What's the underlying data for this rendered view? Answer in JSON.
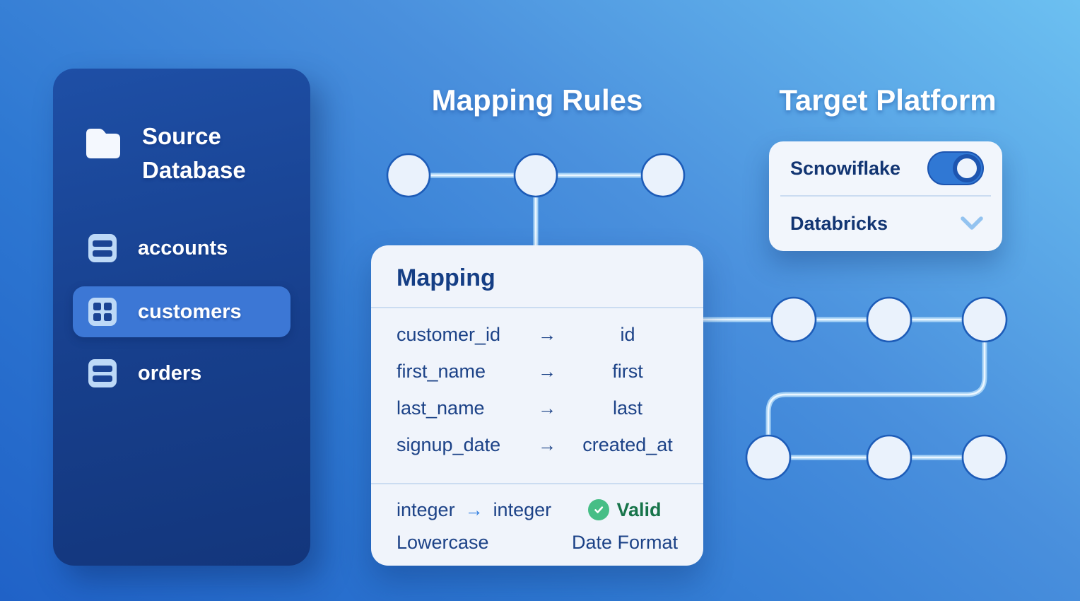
{
  "sidebar": {
    "title": "Source Database",
    "items": [
      {
        "label": "accounts",
        "icon": "table-rows-icon",
        "active": false
      },
      {
        "label": "customers",
        "icon": "table-grid-icon",
        "active": true
      },
      {
        "label": "orders",
        "icon": "table-rows-icon",
        "active": false
      }
    ]
  },
  "mapping": {
    "section_title": "Mapping Rules",
    "card_title": "Mapping",
    "rows": [
      {
        "source": "customer_id",
        "target": "id"
      },
      {
        "source": "first_name",
        "target": "first"
      },
      {
        "source": "last_name",
        "target": "last"
      },
      {
        "source": "signup_date",
        "target": "created_at"
      }
    ],
    "footer": {
      "type_source": "integer",
      "type_target": "integer",
      "status": "Valid",
      "transform_left": "Lowercase",
      "transform_right": "Date Format"
    }
  },
  "target": {
    "section_title": "Target Platform",
    "options": [
      {
        "label": "Scnowiflake",
        "control": "toggle",
        "state": "on"
      },
      {
        "label": "Databricks",
        "control": "chevron-down"
      }
    ]
  },
  "icons": {
    "arrow_right": "→"
  },
  "colors": {
    "background_light": "#6cc0f1",
    "background_dark": "#2062c7",
    "sidebar_navy": "#173f8c",
    "active_item_blue": "#3c77d5",
    "card_background": "#f0f4fb",
    "text_navy": "#1c4287",
    "valid_green_text": "#17744a",
    "valid_green_icon": "#46be86",
    "toggle_blue": "#3078d4",
    "node_line_blue": "#a6d2f6",
    "node_fill": "#eaf2fc",
    "node_border": "#1d5cb8"
  }
}
